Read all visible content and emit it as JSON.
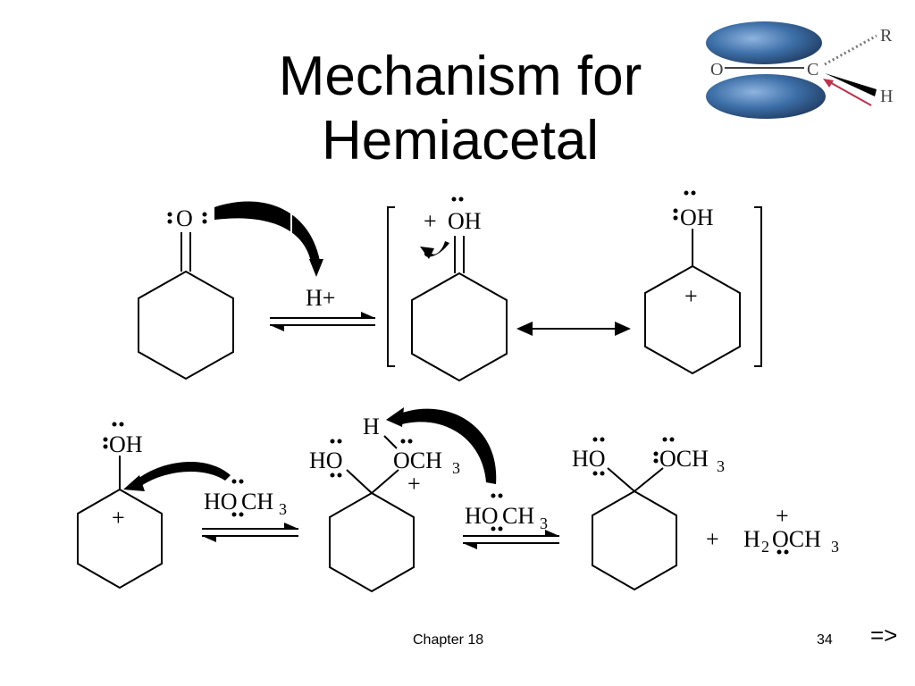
{
  "slide": {
    "title_line1": "Mechanism for",
    "title_line2": "Hemiacetal",
    "footer_chapter": "Chapter 18",
    "footer_page": "34",
    "next_link": "=>"
  },
  "orbital_figure": {
    "label_o": "O",
    "label_c": "C",
    "label_r": "R",
    "label_h": "H",
    "lobe_color": "#3d6fa8",
    "arrow_color": "#c0304a"
  },
  "mechanism": {
    "step1": {
      "reagent": "H+",
      "reactant_o": "O",
      "protonated_plus": "+",
      "protonated_oh": "OH",
      "resonance_oh": "OH",
      "resonance_plus": "+"
    },
    "step2": {
      "cation_oh": "OH",
      "cation_plus": "+",
      "methanol_ho": "HO",
      "methanol_ch": "CH",
      "methanol_sub": "3",
      "oxonium_h": "H",
      "oxonium_ho": "HO",
      "oxonium_och": "OCH",
      "oxonium_sub": "3",
      "oxonium_plus": "+"
    },
    "step3": {
      "methanol_ho": "HO",
      "methanol_ch": "CH",
      "methanol_sub": "3",
      "product_ho": "HO",
      "product_och": "OCH",
      "product_sub": "3",
      "plus_sign": "+",
      "byproduct_h": "H",
      "byproduct_sub_2": "2",
      "byproduct_och": "OCH",
      "byproduct_sub_3": "3",
      "byproduct_plus": "+"
    }
  }
}
